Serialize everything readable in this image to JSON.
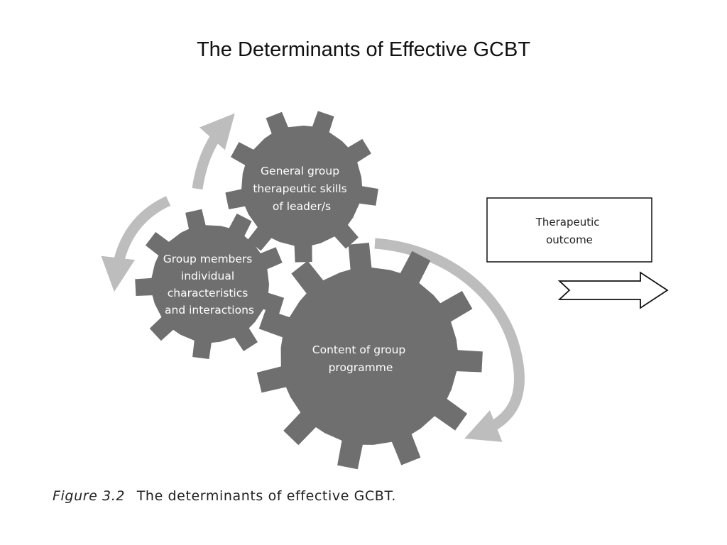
{
  "title": "The Determinants of Effective GCBT",
  "gears": {
    "leader": [
      "General group",
      "therapeutic skills",
      "of leader/s"
    ],
    "members": [
      "Group members",
      "individual",
      "characteristics",
      "and interactions"
    ],
    "content": [
      "Content of group",
      "programme"
    ]
  },
  "outcome": [
    "Therapeutic",
    "outcome"
  ],
  "caption": {
    "figure": "Figure 3.2",
    "text": "The determinants of effective GCBT."
  },
  "colors": {
    "gear": "#6f6f6f",
    "cycle_arrow": "#bdbdbd",
    "outline": "#111111"
  }
}
